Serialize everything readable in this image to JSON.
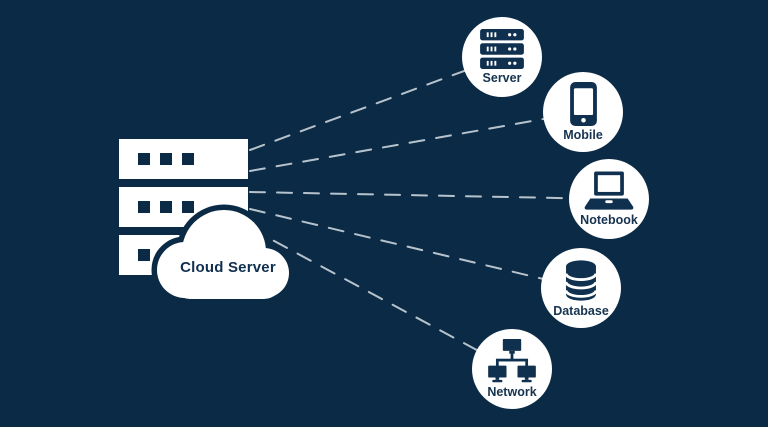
{
  "colors": {
    "background": "#0b2a45",
    "shape_white": "#ffffff",
    "icon_navy": "#10304f",
    "dash_gray": "#c6d0d8"
  },
  "hub": {
    "label": "Cloud Server",
    "icon": "server-rack-with-cloud"
  },
  "nodes": [
    {
      "label": "Server",
      "icon": "server-icon"
    },
    {
      "label": "Mobile",
      "icon": "mobile-icon"
    },
    {
      "label": "Notebook",
      "icon": "notebook-icon"
    },
    {
      "label": "Database",
      "icon": "database-icon"
    },
    {
      "label": "Network",
      "icon": "network-icon"
    }
  ],
  "connections": [
    {
      "from": "Cloud Server",
      "to": "Server",
      "style": "dashed"
    },
    {
      "from": "Cloud Server",
      "to": "Mobile",
      "style": "dashed"
    },
    {
      "from": "Cloud Server",
      "to": "Notebook",
      "style": "dashed"
    },
    {
      "from": "Cloud Server",
      "to": "Database",
      "style": "dashed"
    },
    {
      "from": "Cloud Server",
      "to": "Network",
      "style": "dashed"
    }
  ]
}
